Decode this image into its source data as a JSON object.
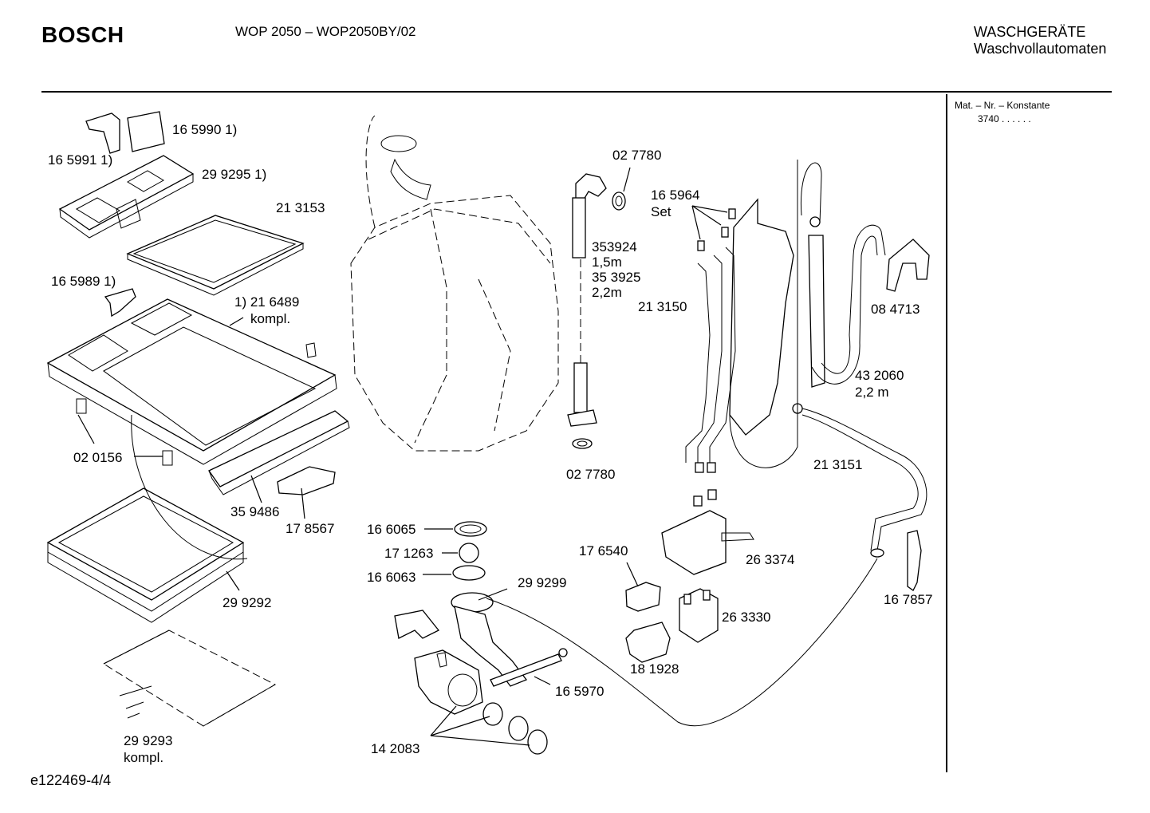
{
  "header": {
    "brand": "BOSCH",
    "model": "WOP 2050 – WOP2050BY/02",
    "category_line1": "WASCHGERÄTE",
    "category_line2": "Waschvollautomaten"
  },
  "side_panel": {
    "heading": "Mat. – Nr. – Konstante",
    "value": "3740  .  .  .  .  .  ."
  },
  "footer": {
    "doc_id": "e122469-4/4"
  },
  "labels": {
    "l165990": "16 5990 1)",
    "l165991": "16 5991 1)",
    "l299295": "29 9295 1)",
    "l213153": "21 3153",
    "l165989": "16 5989 1)",
    "l216489a": "1) 21 6489",
    "l216489b": "kompl.",
    "l020156": "02 0156",
    "l359486": "35 9486",
    "l178567": "17 8567",
    "l299292": "29 9292",
    "l299293a": "29 9293",
    "l299293b": "kompl.",
    "l166065": "16 6065",
    "l171263": "17 1263",
    "l166063": "16 6063",
    "l299299": "29 9299",
    "l165970": "16 5970",
    "l142083": "14 2083",
    "l027780top": "02 7780",
    "l353924": "353924",
    "l15m": "1,5m",
    "l353925": "35 3925",
    "l22m": "2,2m",
    "l027780bot": "02 7780",
    "l165964": "16 5964",
    "lset": "Set",
    "l213150": "21 3150",
    "l084713": "08 4713",
    "l432060": "43 2060",
    "l22m2": "2,2 m",
    "l213151": "21 3151",
    "l176540": "17 6540",
    "l263374": "26 3374",
    "l263330": "26 3330",
    "l181928": "18 1928",
    "l167857": "16 7857"
  }
}
